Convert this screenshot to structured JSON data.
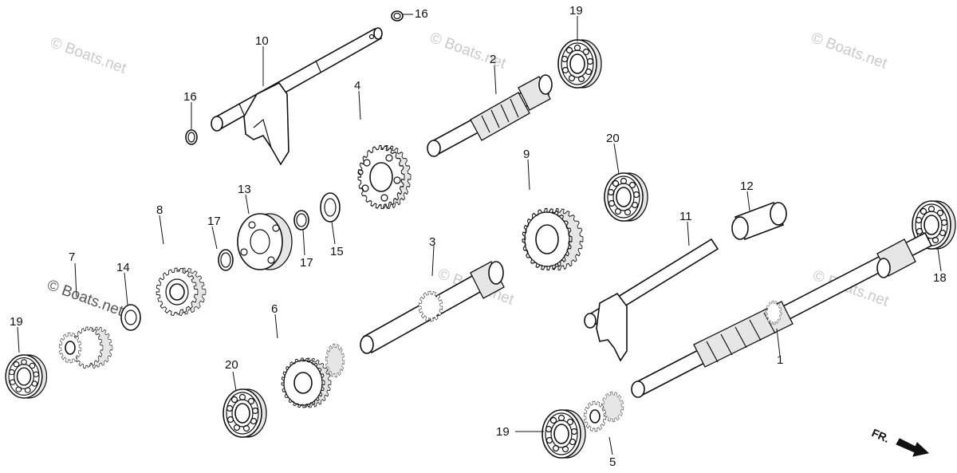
{
  "watermark": "© Boats.net",
  "direction_label": "FR.",
  "callouts": {
    "c1": "1",
    "c2": "2",
    "c3": "3",
    "c4": "4",
    "c5": "5",
    "c6": "6",
    "c7": "7",
    "c8": "8",
    "c9": "9",
    "c10": "10",
    "c11": "11",
    "c12": "12",
    "c13": "13",
    "c14": "14",
    "c15": "15",
    "c16a": "16",
    "c16b": "16",
    "c17a": "17",
    "c17b": "17",
    "c18": "18",
    "c19a": "19",
    "c19b": "19",
    "c19c": "19",
    "c20a": "20",
    "c20b": "20"
  }
}
